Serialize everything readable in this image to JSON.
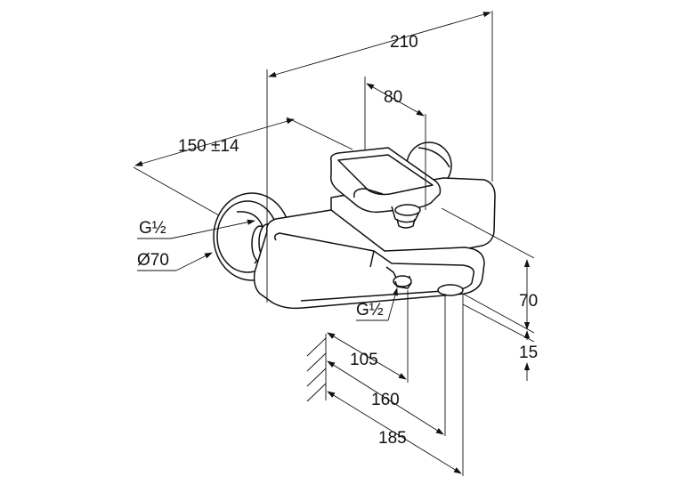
{
  "dimensions": {
    "overall_width": "210",
    "lever_width": "80",
    "projection": "150 ±14",
    "connection_thread": "G½",
    "rosette_diameter": "Ø70",
    "outlet_thread": "G½",
    "height": "70",
    "spout_offset": "15",
    "depth_1": "105",
    "depth_2": "160",
    "depth_3": "185"
  }
}
